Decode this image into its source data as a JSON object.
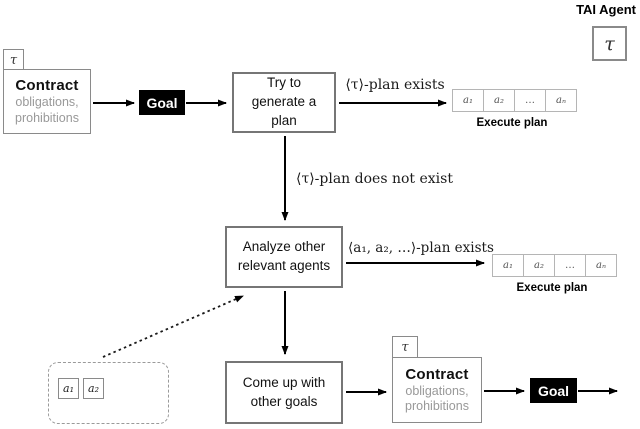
{
  "header": {
    "agent_label": "TAI Agent",
    "agent_symbol": "τ"
  },
  "contract_top": {
    "tab": "τ",
    "title": "Contract",
    "subtitle1": "obligations,",
    "subtitle2": "prohibitions"
  },
  "goal_top": {
    "label": "Goal"
  },
  "nodes": {
    "try": "Try to generate a plan",
    "analyze": "Analyze other relevant agents",
    "come_up": "Come up with other goals"
  },
  "edge_labels": {
    "tau_plan_exists": "⟨τ⟩-plan exists",
    "tau_plan_not_exist": "⟨τ⟩-plan does not exist",
    "agents_plan_exists": "⟨a₁, a₂, …⟩-plan exists"
  },
  "plan_strip_top": {
    "cells": [
      "a₁",
      "a₂",
      "…",
      "aₙ"
    ],
    "caption": "Execute plan"
  },
  "plan_strip_mid": {
    "cells": [
      "a₁",
      "a₂",
      "…",
      "aₙ"
    ],
    "caption": "Execute plan"
  },
  "contract_bottom": {
    "tab": "τ",
    "title": "Contract",
    "subtitle1": "obligations,",
    "subtitle2": "prohibitions"
  },
  "goal_bottom": {
    "label": "Goal"
  },
  "agent_pool": {
    "cells": [
      "a₁",
      "a₂"
    ]
  },
  "colors": {
    "box_border": "#767676",
    "muted_text": "#999999",
    "goal_bg": "#000000",
    "goal_text": "#ffffff",
    "strip_border": "#b5b5b5"
  }
}
